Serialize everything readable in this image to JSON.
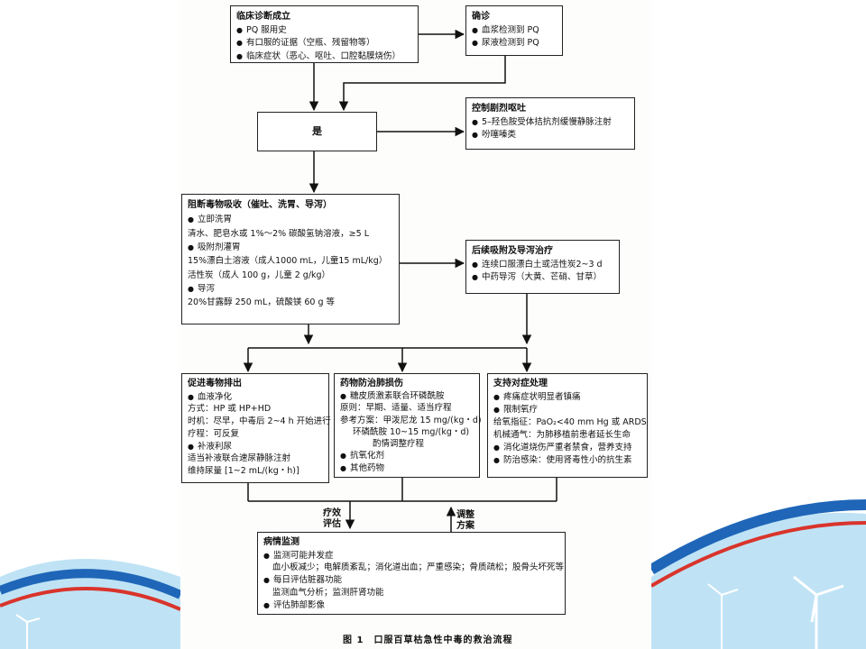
{
  "colors": {
    "wave_blue": "#1f66b8",
    "wave_red": "#d9342b",
    "sky": "#bfe3f5"
  },
  "nodes": {
    "clinical": {
      "title": "临床诊断成立",
      "items": [
        "PQ 服用史",
        "有口服的证据（空瓶、残留物等）",
        "临床症状（恶心、呕吐、口腔黏膜烧伤）"
      ]
    },
    "confirm": {
      "title": "确诊",
      "items": [
        "血浆检测到 PQ",
        "尿液检测到 PQ"
      ]
    },
    "yes": {
      "label": "是"
    },
    "vomit": {
      "title": "控制剧烈呕吐",
      "items": [
        "5–羟色胺受体拮抗剂缓慢静脉注射",
        "吩噻嗪类"
      ]
    },
    "block": {
      "title": "阻断毒物吸收（催吐、洗胃、导泻）",
      "lines": [
        {
          "text": "立即洗胃",
          "bullet": true
        },
        {
          "text": "清水、肥皂水或 1%～2% 碳酸氢钠溶液，≥5 L",
          "bullet": false
        },
        {
          "text": "吸附剂灌胃",
          "bullet": true
        },
        {
          "text": "15%漂白土溶液（成人1000 mL，儿童15 mL/kg）",
          "bullet": false
        },
        {
          "text": "活性炭（成人 100 g，儿童 2 g/kg）",
          "bullet": false
        },
        {
          "text": "导泻",
          "bullet": true
        },
        {
          "text": "20%甘露醇 250 mL，硫酸镁 60 g 等",
          "bullet": false
        }
      ]
    },
    "followup": {
      "title": "后续吸附及导泻治疗",
      "items": [
        "连续口服漂白土或活性炭2~3 d",
        "中药导泻（大黄、芒硝、甘草）"
      ]
    },
    "excrete": {
      "title": "促进毒物排出",
      "lines": [
        {
          "text": "血液净化",
          "bullet": true
        },
        {
          "text": "方式：HP 或 HP+HD",
          "bullet": false
        },
        {
          "text": "时机：尽早，中毒后 2~4 h 开始进行",
          "bullet": false
        },
        {
          "text": "疗程：可反复",
          "bullet": false
        },
        {
          "text": "补液利尿",
          "bullet": true
        },
        {
          "text": "适当补液联合速尿静脉注射",
          "bullet": false
        },
        {
          "text": "维持尿量 [1~2 mL/(kg・h)]",
          "bullet": false
        }
      ]
    },
    "lung": {
      "title": "药物防治肺损伤",
      "lines": [
        {
          "text": "糖皮质激素联合环磷酰胺",
          "bullet": true
        },
        {
          "text": "原则：早期、适量、适当疗程",
          "bullet": false
        },
        {
          "text": "参考方案：甲泼尼龙 15 mg/(kg・d)",
          "bullet": false
        },
        {
          "text": "环磷酰胺 10~15 mg/(kg・d)",
          "bullet": false
        },
        {
          "text": "酌情调整疗程",
          "bullet": false
        },
        {
          "text": "抗氧化剂",
          "bullet": true
        },
        {
          "text": "其他药物",
          "bullet": true
        }
      ]
    },
    "support": {
      "title": "支持对症处理",
      "lines": [
        {
          "text": "疼痛症状明显者镇痛",
          "bullet": true
        },
        {
          "text": "限制氧疗",
          "bullet": true
        },
        {
          "text": "给氧指征：PaO₂<40 mm Hg 或 ARDS",
          "bullet": false
        },
        {
          "text": "机械通气：为肺移植前患者延长生命",
          "bullet": false
        },
        {
          "text": "消化道烧伤严重者禁食，营养支持",
          "bullet": true
        },
        {
          "text": "防治感染：使用肾毒性小的抗生素",
          "bullet": true
        }
      ]
    },
    "monitor": {
      "title": "病情监测",
      "lines": [
        {
          "text": "监测可能并发症",
          "bullet": true
        },
        {
          "text": "血小板减少；电解质紊乱；消化道出血；严重感染；骨质疏松；股骨头坏死等",
          "bullet": false
        },
        {
          "text": "每日评估脏器功能",
          "bullet": true
        },
        {
          "text": "监测血气分析；监测肝肾功能",
          "bullet": false
        },
        {
          "text": "评估肺部影像",
          "bullet": true
        }
      ]
    }
  },
  "edge_labels": {
    "efficacy": "疗效\n评估",
    "adjust": "调整\n方案"
  },
  "caption": "图 1　口服百草枯急性中毒的救治流程"
}
